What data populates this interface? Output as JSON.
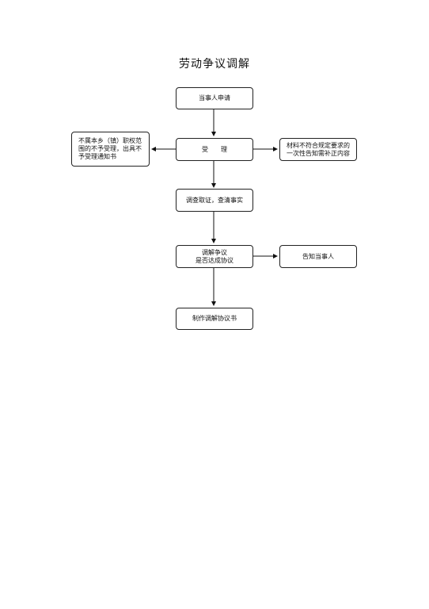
{
  "title": "劳动争议调解",
  "nodes": {
    "apply": "当事人申请",
    "accept": "受　　理",
    "investigate": "调查取证，查清事实",
    "mediate": "调解争议\n是否达成协议",
    "agreement": "制作调解协议书",
    "reject": "不属本乡（镇）职权范\n围的不予受理，出具不\n予受理通知书",
    "supplement": "材料不符合规定要求的\n一次性告知需补正内容",
    "notify": "告知当事人"
  }
}
